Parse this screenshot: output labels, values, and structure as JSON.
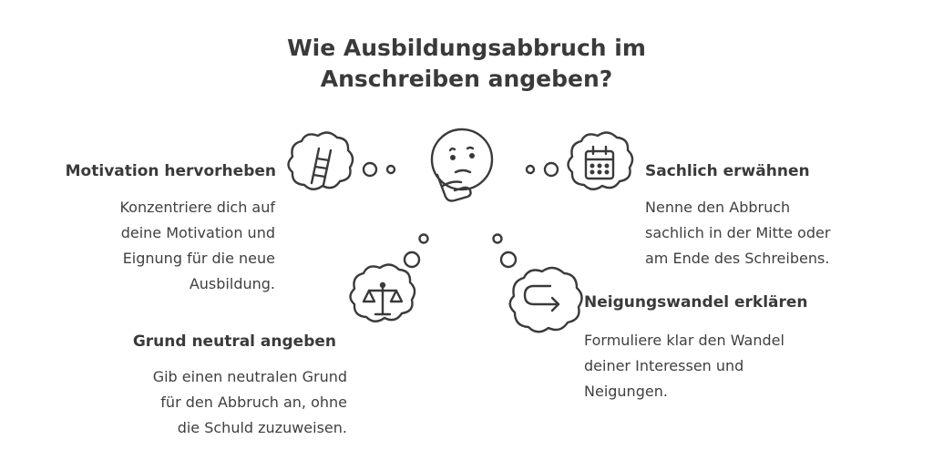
{
  "title": {
    "line1": "Wie Ausbildungsabbruch im",
    "line2": "Anschreiben angeben?"
  },
  "center": {
    "icon": "thinking-face-icon"
  },
  "items": [
    {
      "heading": "Motivation hervorheben",
      "lines": [
        "Konzentriere dich auf",
        "deine Motivation und",
        "Eignung für die neue",
        "Ausbildung."
      ],
      "icon": "ladder-icon"
    },
    {
      "heading": "Sachlich erwähnen",
      "lines": [
        "Nenne den Abbruch",
        "sachlich in der Mitte oder",
        "am Ende des Schreibens."
      ],
      "icon": "calendar-icon"
    },
    {
      "heading": "Grund neutral angeben",
      "lines": [
        "Gib einen neutralen Grund",
        "für den Abbruch an, ohne",
        "die Schuld zuzuweisen."
      ],
      "icon": "scales-icon"
    },
    {
      "heading": "Neigungswandel erklären",
      "lines": [
        "Formuliere klar den Wandel",
        "deiner Interessen und",
        "Neigungen."
      ],
      "icon": "redirect-arrow-icon"
    }
  ]
}
